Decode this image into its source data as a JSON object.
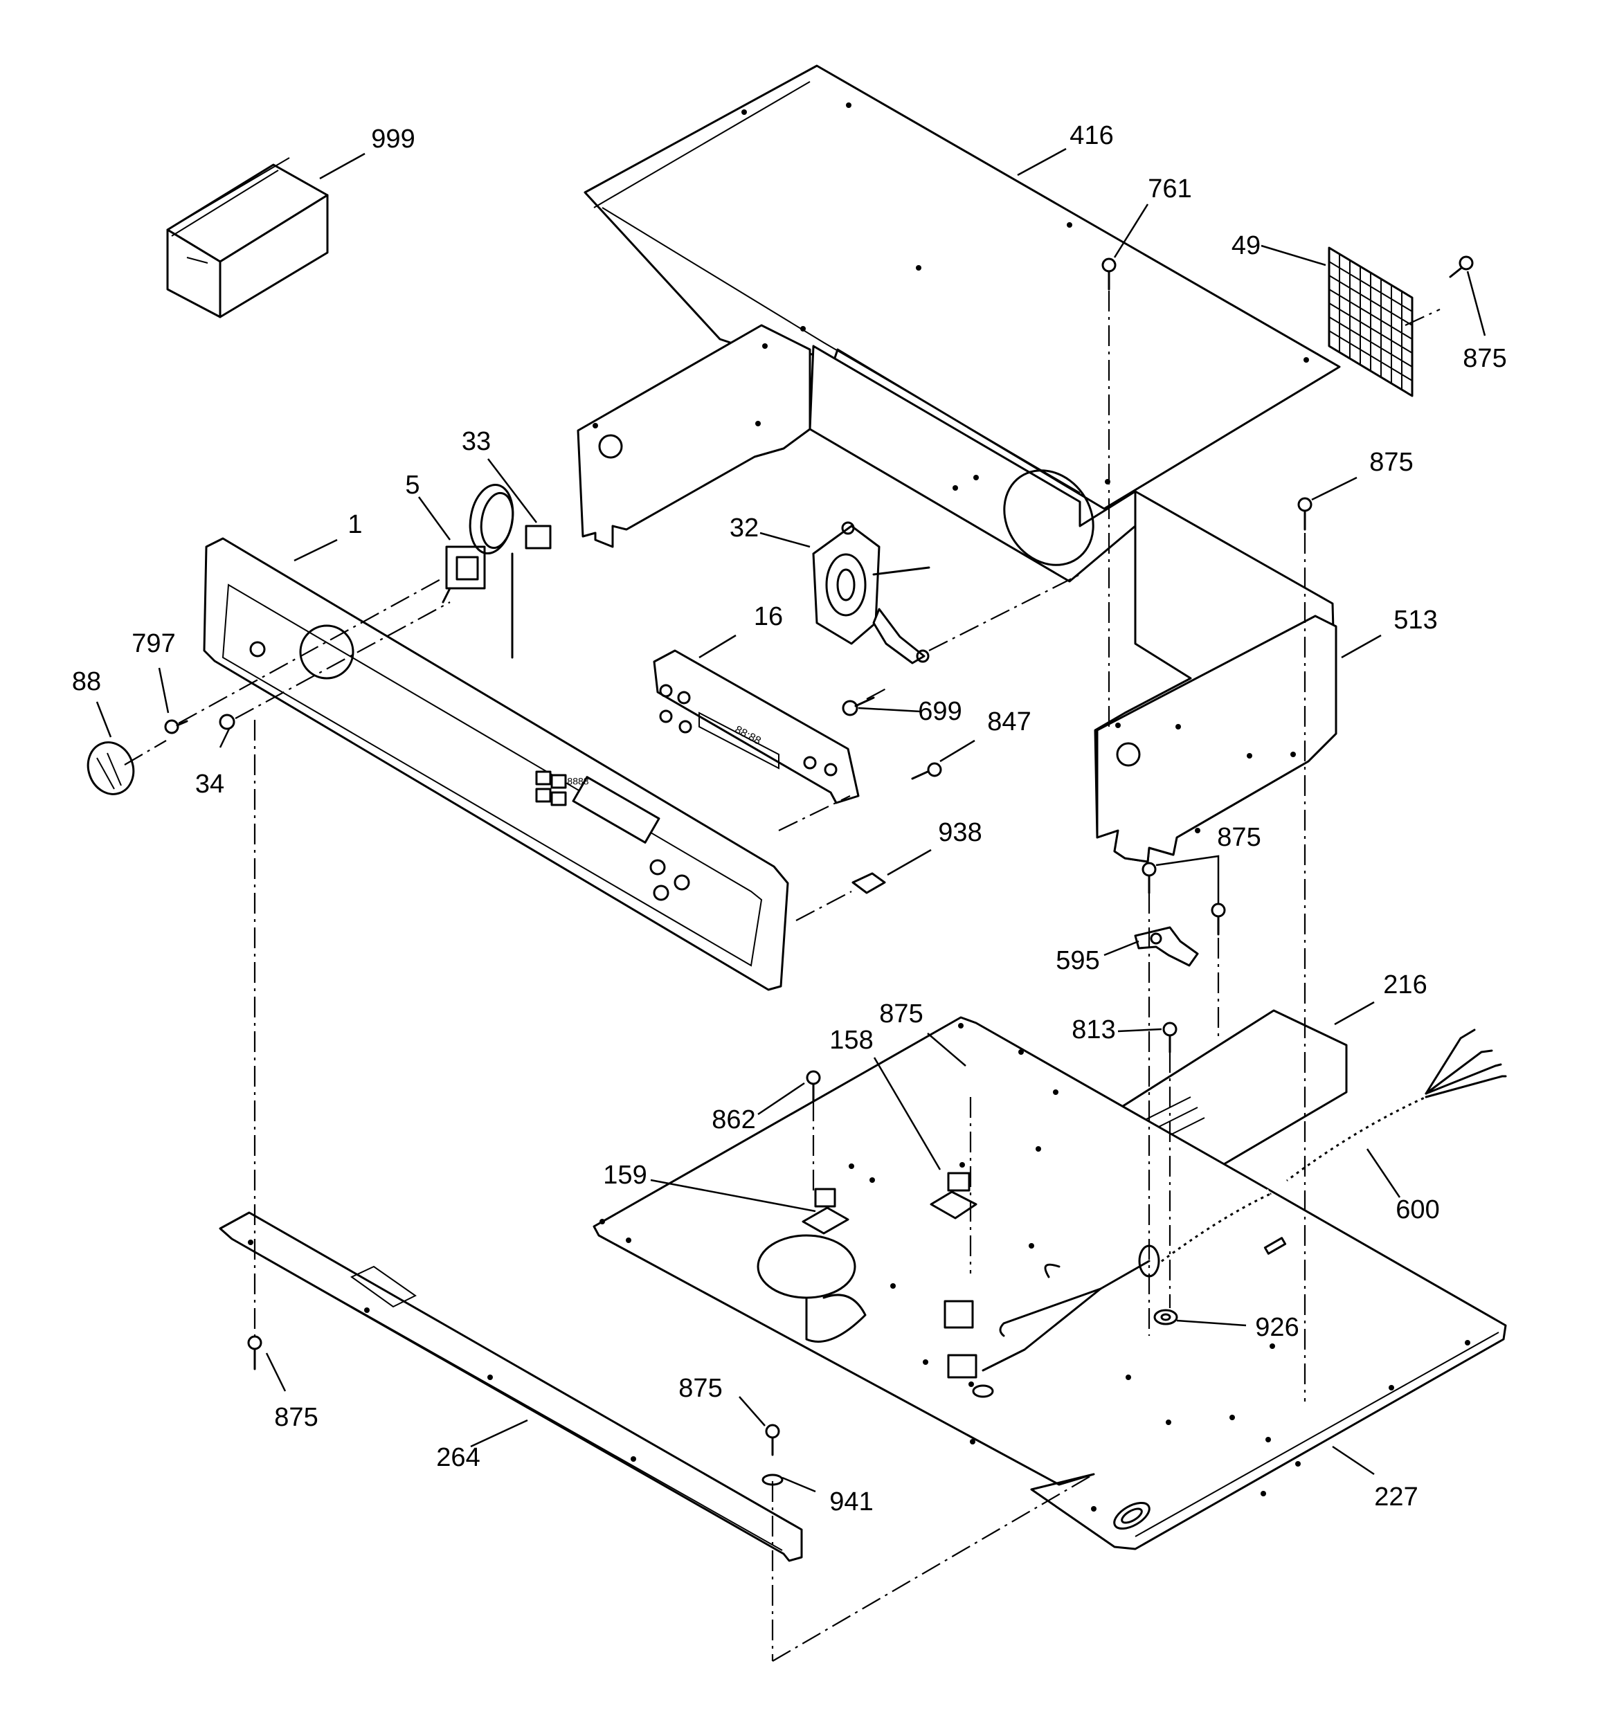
{
  "callouts": {
    "c999": "999",
    "c416": "416",
    "c761": "761",
    "c49": "49",
    "c875_a": "875",
    "c875_b": "875",
    "c33": "33",
    "c5": "5",
    "c1": "1",
    "c32": "32",
    "c797": "797",
    "c88": "88",
    "c16": "16",
    "c513": "513",
    "c699": "699",
    "c847": "847",
    "c34": "34",
    "c938": "938",
    "c875_c": "875",
    "c595": "595",
    "c216": "216",
    "c875_d": "875",
    "c813": "813",
    "c158": "158",
    "c862": "862",
    "c159": "159",
    "c600": "600",
    "c926": "926",
    "c875_e": "875",
    "c875_f": "875",
    "c264": "264",
    "c941": "941",
    "c227": "227"
  },
  "control_panel": {
    "display_digits_1": "8888",
    "display_digits_2": "88:88"
  }
}
